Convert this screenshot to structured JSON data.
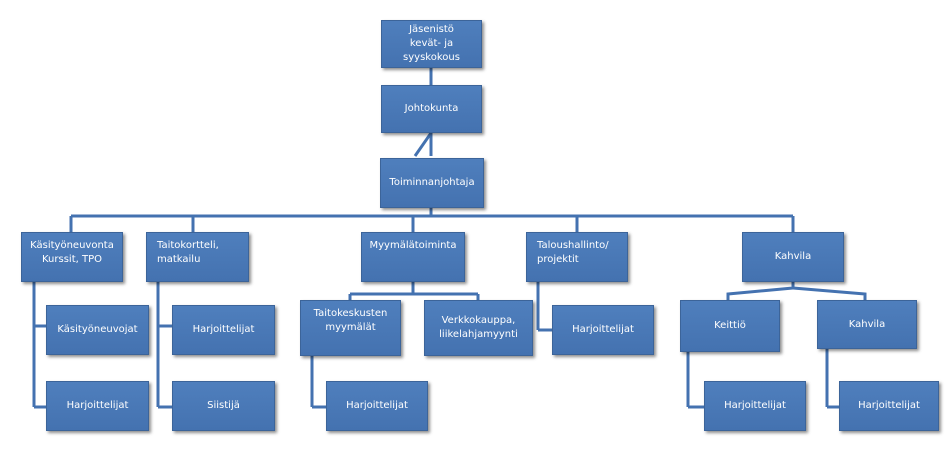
{
  "nodes": {
    "jasenisto": "Jäsenistö\nkevät- ja syyskokous",
    "johtokunta": "Johtokunta",
    "toiminnanjohtaja": "Toiminnanjohtaja",
    "kasityoneuvonta": "Käsityöneuvonta\nKurssit, TPO",
    "taitokortteli": "Taitokortteli,\nmatkailu",
    "myymalatoiminta": "Myymälätoiminta",
    "taloushallinto": "Taloushallinto/\nprojektit",
    "kahvila_main": "Kahvila",
    "kasityoneuvojat": "Käsityöneuvojat",
    "harj_kasityo": "Harjoittelijat",
    "harj_taito": "Harjoittelijat",
    "siistija": "Siistijä",
    "taitokeskusten": "Taitokeskusten\nmyymälät",
    "verkkokauppa": "Verkkokauppa,\nliikelahjamyynti",
    "harj_myymala": "Harjoittelijat",
    "harj_talous": "Harjoittelijat",
    "keittio": "Keittiö",
    "kahvila_sub": "Kahvila",
    "harj_keittio": "Harjoittelijat",
    "harj_kahvila": "Harjoittelijat"
  },
  "colors": {
    "box": "#4472b0",
    "connector": "#4472b0",
    "text": "#ffffff"
  }
}
